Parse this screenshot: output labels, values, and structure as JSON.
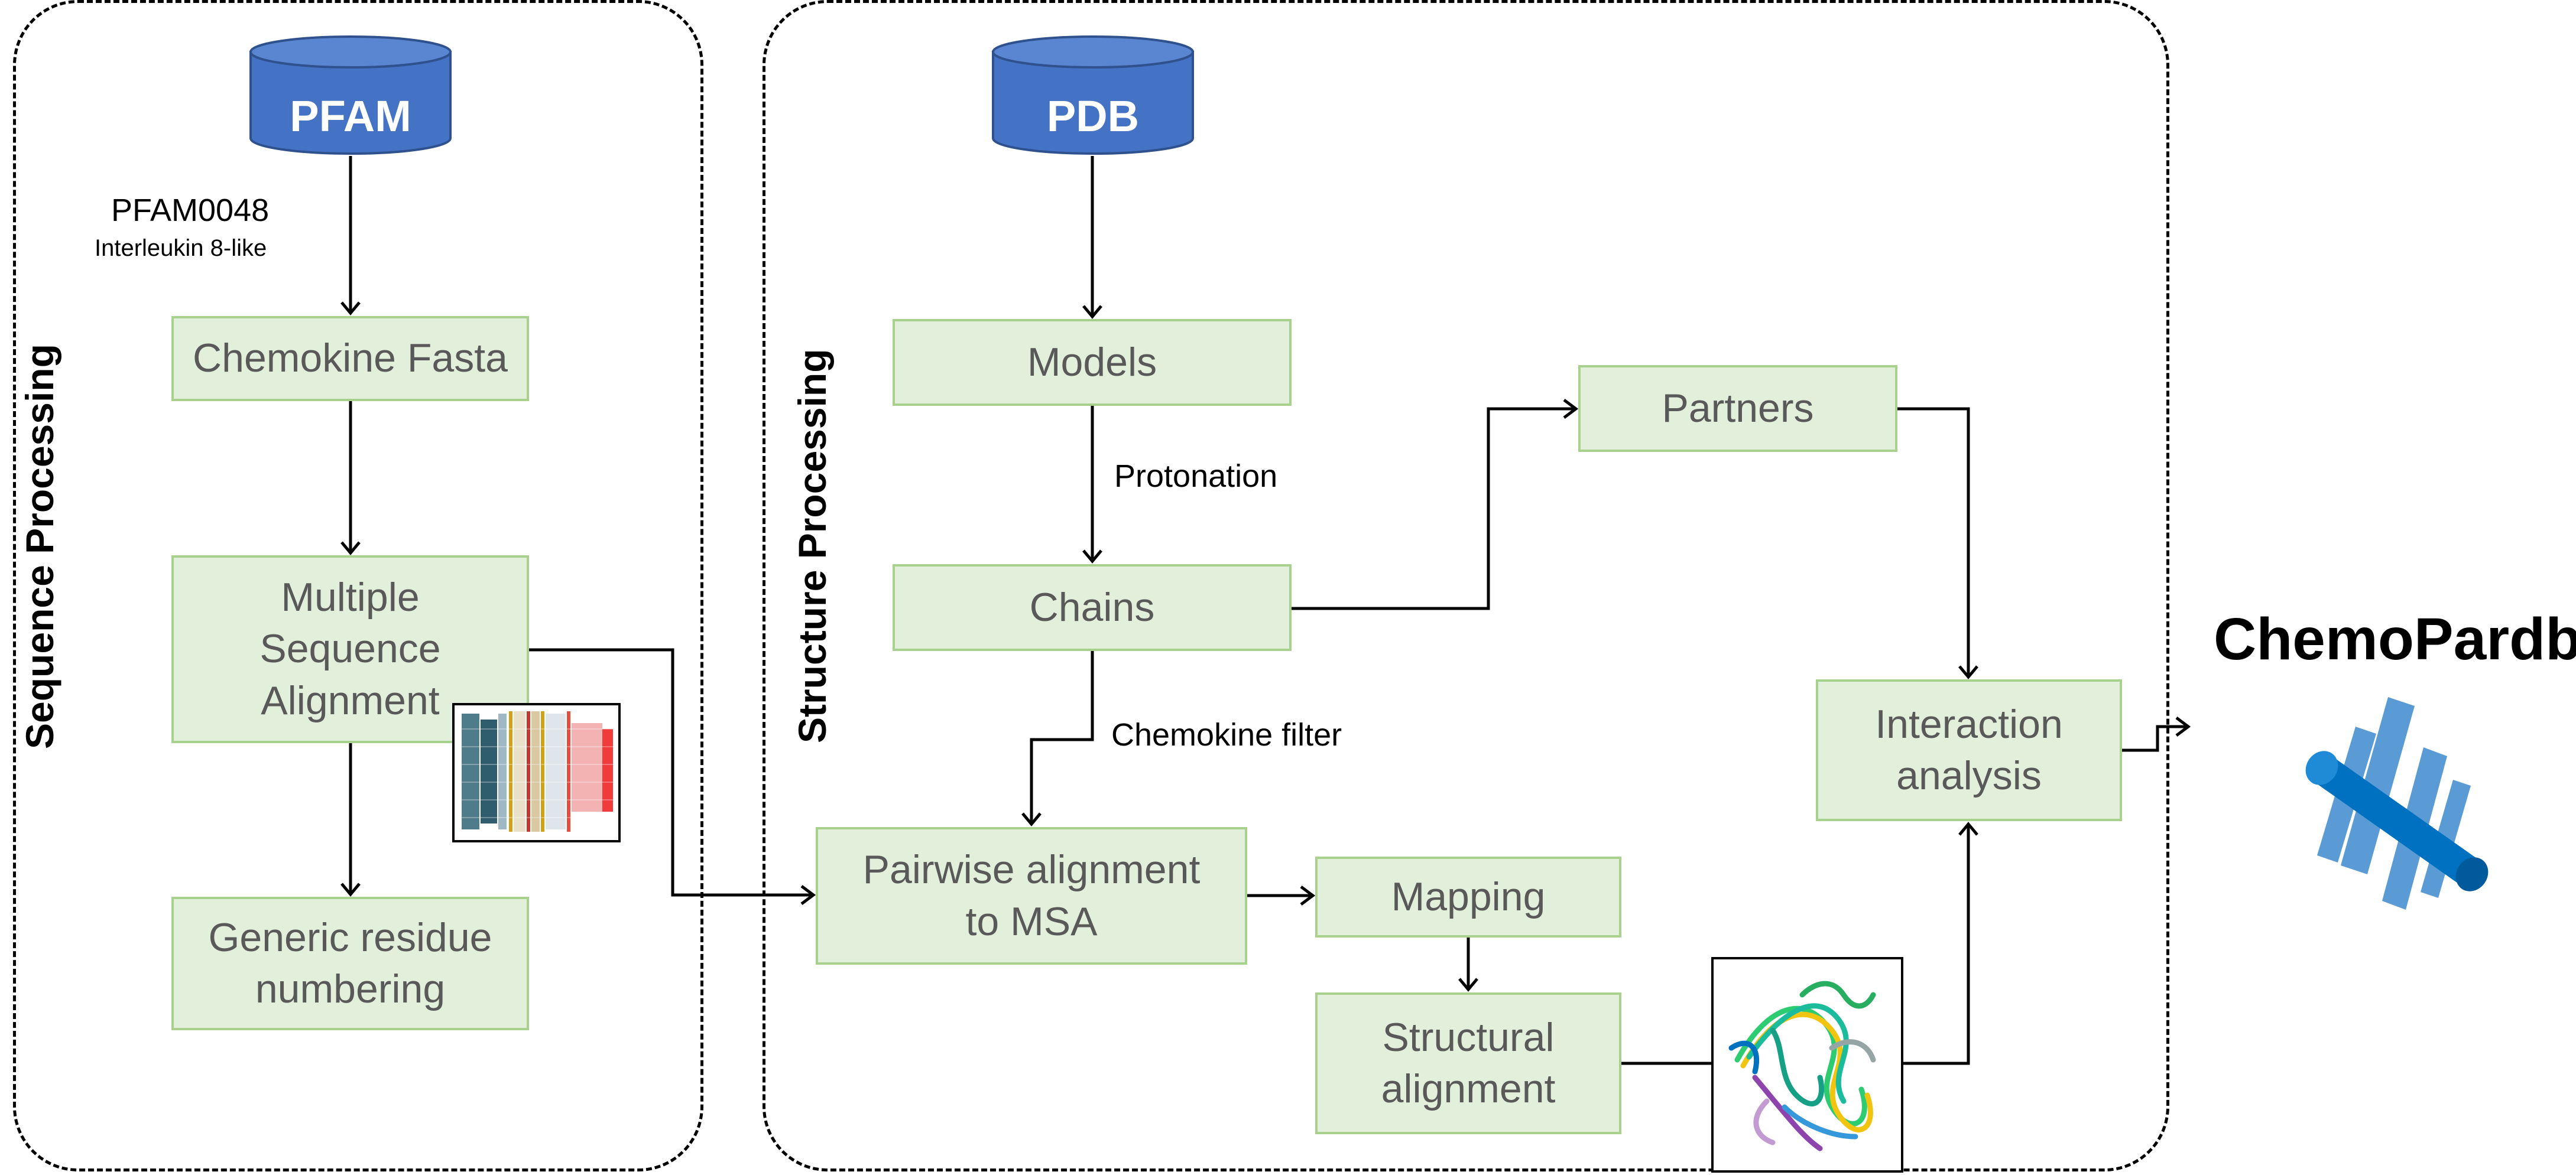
{
  "regions": {
    "sequence": {
      "label": "Sequence Processing"
    },
    "structure": {
      "label": "Structure Processing"
    }
  },
  "databases": {
    "pfam": "PFAM",
    "pdb": "PDB"
  },
  "annotations": {
    "pfam_id": "PFAM0048",
    "pfam_name": "Interleukin 8-like",
    "protonation": "Protonation",
    "chemokine_filter": "Chemokine filter"
  },
  "nodes": {
    "chemokine_fasta": "Chemokine Fasta",
    "msa": "Multiple Sequence Alignment",
    "generic_numbering": "Generic residue numbering",
    "models": "Models",
    "chains": "Chains",
    "partners": "Partners",
    "pairwise": "Pairwise alignment to MSA",
    "mapping": "Mapping",
    "structural_alignment": "Structural alignment",
    "interaction_analysis": "Interaction analysis"
  },
  "output": {
    "title": "ChemoPardb"
  },
  "colors": {
    "db_fill": "#4472c4",
    "box_fill": "#e2efda",
    "box_border": "#a9d18e",
    "box_text": "#595959",
    "logo_light": "#5b9bd5",
    "logo_dark": "#0070c0"
  }
}
